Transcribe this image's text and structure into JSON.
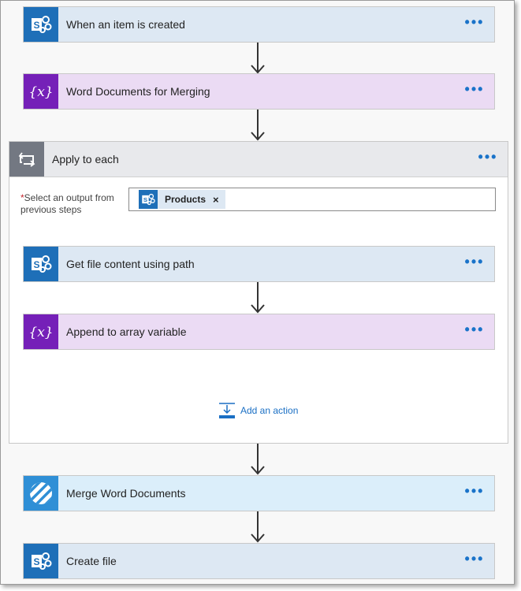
{
  "colors": {
    "sharepoint": "#1e6fb8",
    "variable": "#7520b8",
    "loop": "#737882",
    "merge": "#2f8fd6",
    "link": "#1a6fc4"
  },
  "flow": {
    "trigger": {
      "title": "When an item is created",
      "icon": "sharepoint-icon",
      "more": "•••"
    },
    "step_var": {
      "title": "Word Documents for Merging",
      "icon": "variable-icon",
      "more": "•••"
    },
    "loop": {
      "title": "Apply to each",
      "icon": "loop-icon",
      "more": "•••",
      "select_required_mark": "*",
      "select_label": "Select an output from previous steps",
      "token_label": "Products",
      "token_close": "×",
      "inner": {
        "get_file": {
          "title": "Get file content using path",
          "icon": "sharepoint-icon",
          "more": "•••"
        },
        "append": {
          "title": "Append to array variable",
          "icon": "variable-icon",
          "more": "•••"
        }
      },
      "add_action": "Add an action"
    },
    "merge": {
      "title": "Merge Word Documents",
      "icon": "striped-logo-icon",
      "more": "•••"
    },
    "create": {
      "title": "Create file",
      "icon": "sharepoint-icon",
      "more": "•••"
    }
  }
}
